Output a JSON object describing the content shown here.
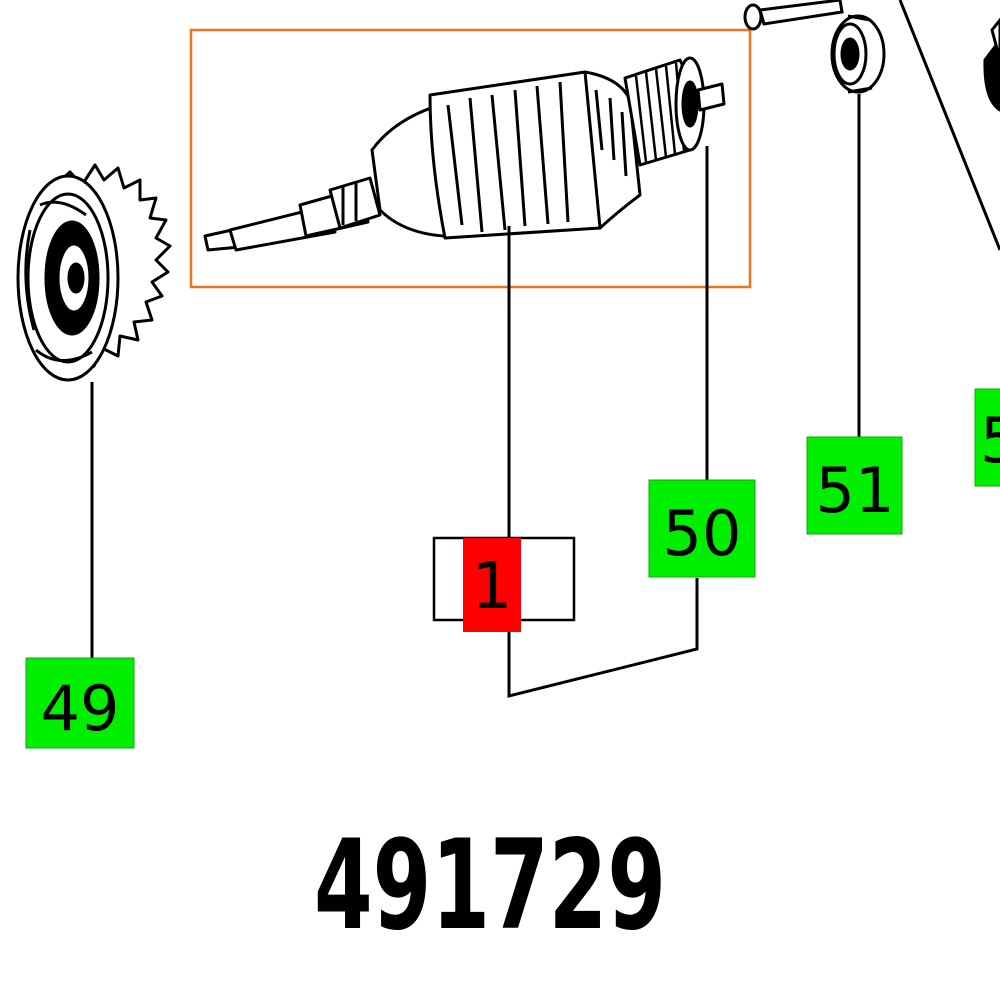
{
  "diagram": {
    "part_number": "491729",
    "callouts": [
      {
        "id": "1",
        "label": "1",
        "status": "selected"
      },
      {
        "id": "49",
        "label": "49",
        "status": "available"
      },
      {
        "id": "50",
        "label": "50",
        "status": "available"
      },
      {
        "id": "51",
        "label": "51",
        "status": "available"
      },
      {
        "id": "52",
        "label": "5",
        "status": "available"
      }
    ],
    "colors": {
      "selected_callout": "#ff0000",
      "available_callout": "#00ee00",
      "highlight_frame": "#e8751a",
      "line": "#000000",
      "background": "#ffffff"
    },
    "icons": [
      "armature-icon",
      "gear-icon",
      "bearing-icon",
      "screw-icon"
    ]
  }
}
